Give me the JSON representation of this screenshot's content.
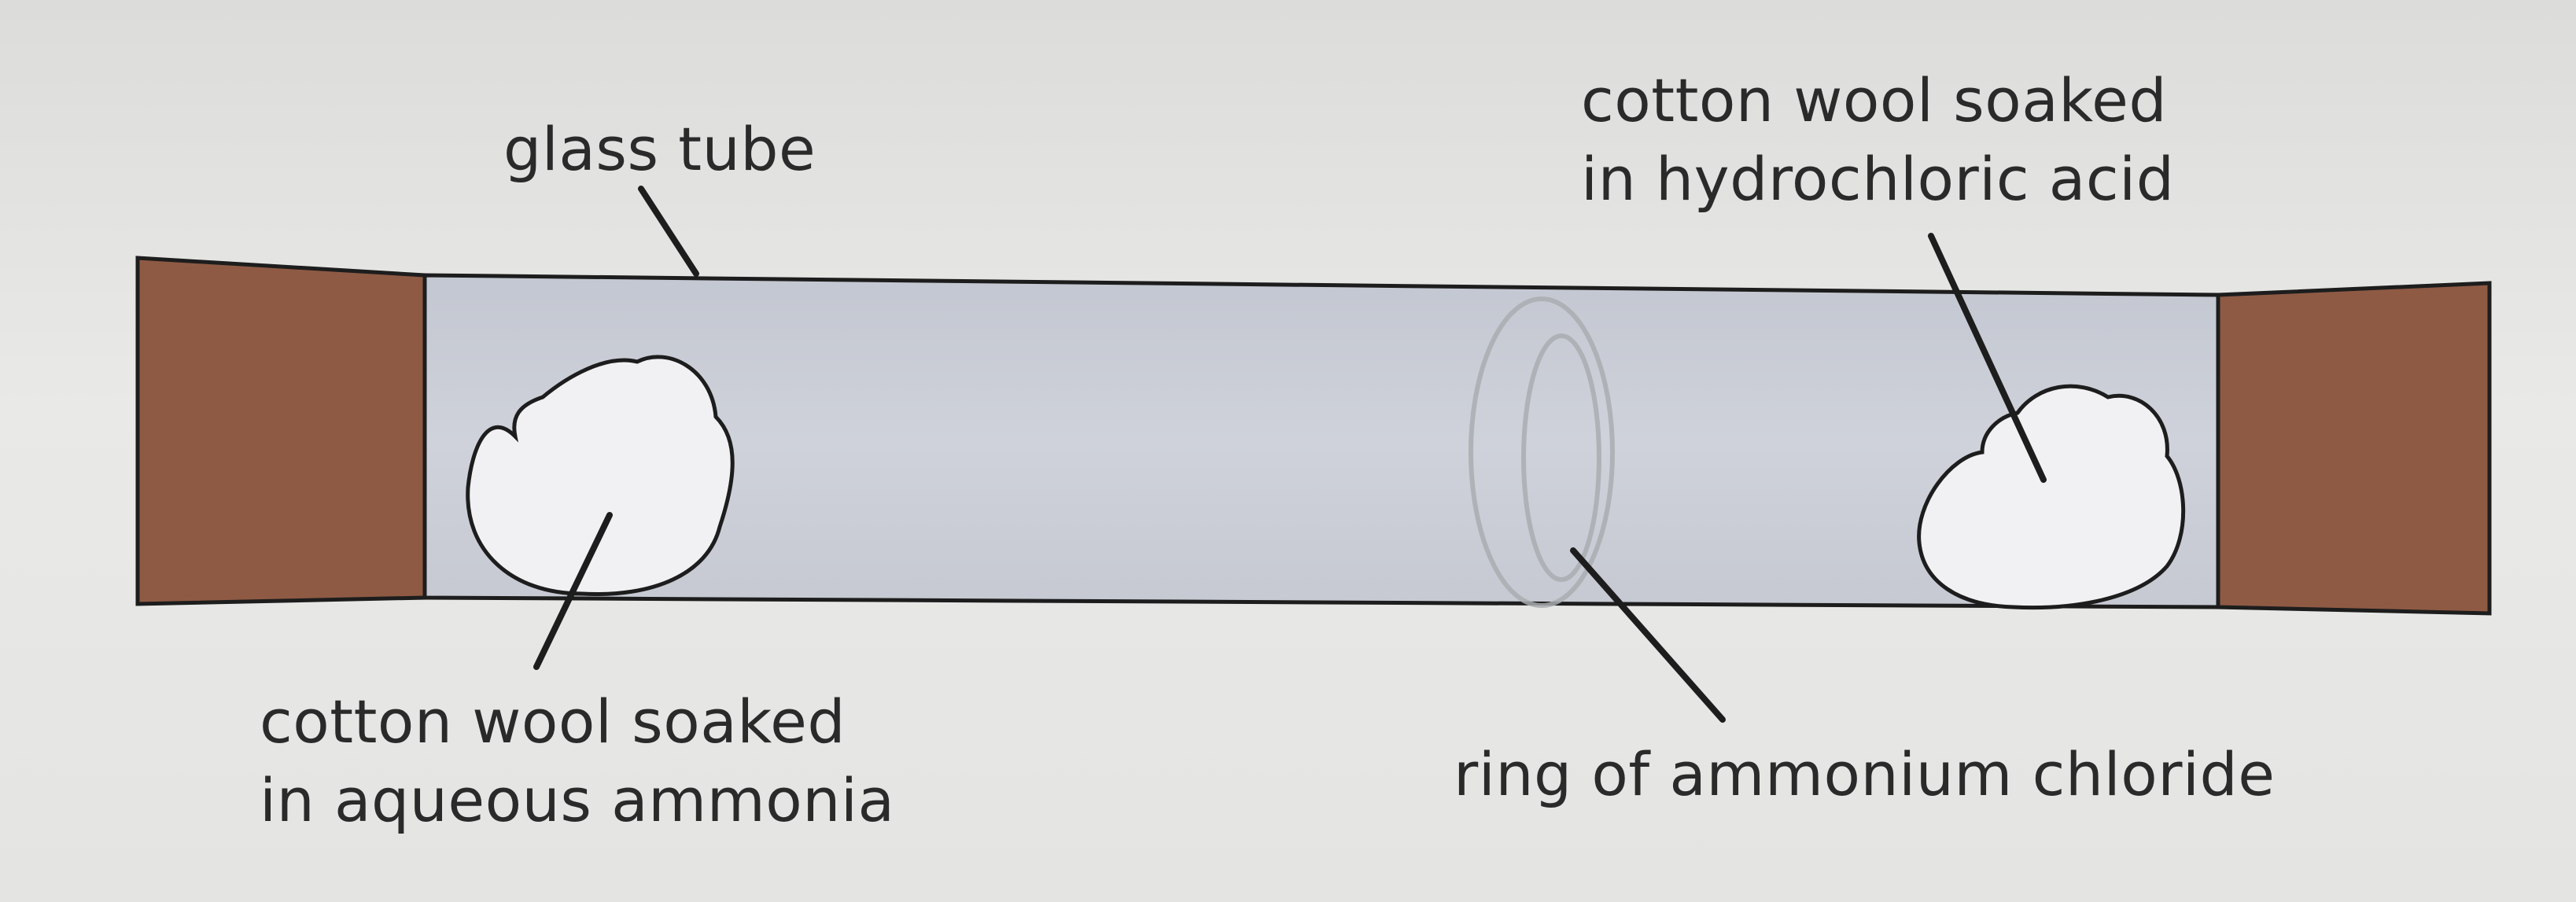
{
  "labels": {
    "glass_tube": "glass tube",
    "hcl": {
      "line1": "cotton wool soaked",
      "line2": "in hydrochloric acid"
    },
    "ammonia": {
      "line1": "cotton wool soaked",
      "line2": "in aqueous ammonia"
    },
    "ring": "ring of ammonium chloride"
  },
  "colors": {
    "bung": "#8e5a44",
    "tube_fill": "#c8ccd6",
    "outline": "#1d1d1d",
    "cotton": "#f4f4f4",
    "ring": "#a9adb0"
  }
}
